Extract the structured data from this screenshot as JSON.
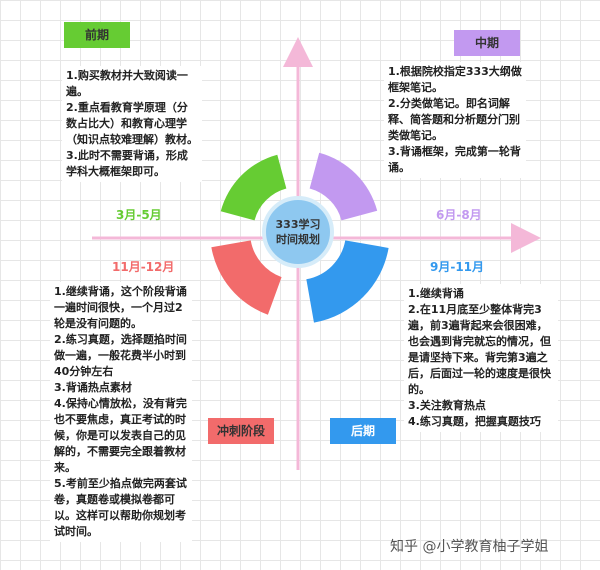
{
  "center": {
    "text": "333学习时间规划"
  },
  "quadrants": {
    "top_left": {
      "label": "前期",
      "date": "3月-5月",
      "color": "#66cc33",
      "items": [
        "1.购买教材并大致阅读一遍。",
        "2.重点看教育学原理（分数占比大）和教育心理学（知识点较难理解）教材。",
        "3.此时不需要背诵，形成学科大概框架即可。"
      ]
    },
    "top_right": {
      "label": "中期",
      "date": "6月-8月",
      "color": "#c299f0",
      "items": [
        "1.根据院校指定333大纲做框架笔记。",
        "2.分类做笔记。即名词解释、简答题和分析题分门别类做笔记。",
        "3.背诵框架，完成第一轮背诵。"
      ]
    },
    "bottom_left": {
      "label": "冲刺阶段",
      "date": "11月-12月",
      "color": "#f26b6b",
      "items": [
        "1.继续背诵，这个阶段背诵一遍时间很快，一个月过2轮是没有问题的。",
        "2.练习真题，选择题掐时间做一遍，一般花费半小时到40分钟左右",
        "3.背诵热点素材",
        "4.保持心情放松，没有背完也不要焦虑，真正考试的时候，你是可以发表自己的见解的，不需要完全跟着教材来。",
        "5.考前至少掐点做完两套试卷，真题卷或模拟卷都可以。这样可以帮助你规划考试时间。"
      ]
    },
    "bottom_right": {
      "label": "后期",
      "date": "9月-11月",
      "color": "#3399ee",
      "items": [
        "1.继续背诵",
        "2.在11月底至少整体背完3遍，前3遍背起来会很困难，也会遇到背完就忘的情况，但是请坚持下来。背完第3遍之后，后面过一轮的速度是很快的。",
        "3.关注教育热点",
        "4.练习真题，把握真题技巧"
      ]
    }
  },
  "watermark": "知乎 @小学教育柚子学姐"
}
